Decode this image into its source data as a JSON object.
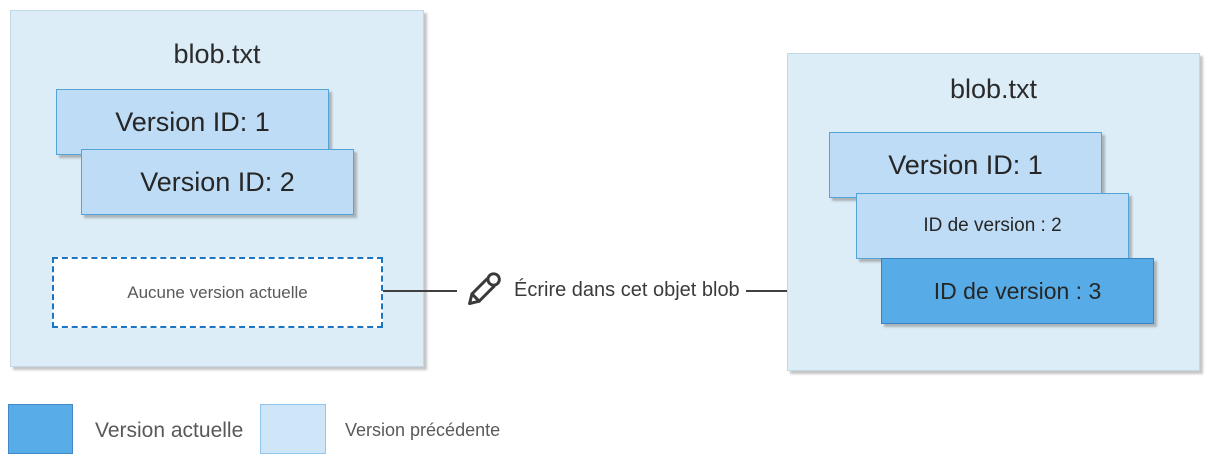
{
  "left_blob": {
    "title": "blob.txt",
    "previous_versions": [
      "Version ID: 1",
      "Version ID: 2"
    ],
    "placeholder": "Aucune version actuelle"
  },
  "action": {
    "icon": "pencil-icon",
    "label": "Écrire dans cet objet blob"
  },
  "right_blob": {
    "title": "blob.txt",
    "versions": [
      {
        "label": "Version ID: 1",
        "state": "previous"
      },
      {
        "label": "ID de version : 2",
        "state": "previous"
      },
      {
        "label": "ID de version : 3",
        "state": "current"
      }
    ]
  },
  "legend": {
    "items": [
      {
        "label": "Version actuelle",
        "swatch_color": "#58ace8"
      },
      {
        "label": "Version précédente",
        "swatch_color": "#cfe5f8"
      }
    ]
  },
  "colors": {
    "container_fill": "#dcedf8",
    "previous_version_fill": "#bedcf5",
    "previous_version_border": "#54a4da",
    "current_version_fill": "#57ace8",
    "current_version_border": "#3585c5",
    "dashed_border": "#1a75c2",
    "arrow": "#404040",
    "text_dark": "#262626",
    "text_gray": "#595959"
  }
}
